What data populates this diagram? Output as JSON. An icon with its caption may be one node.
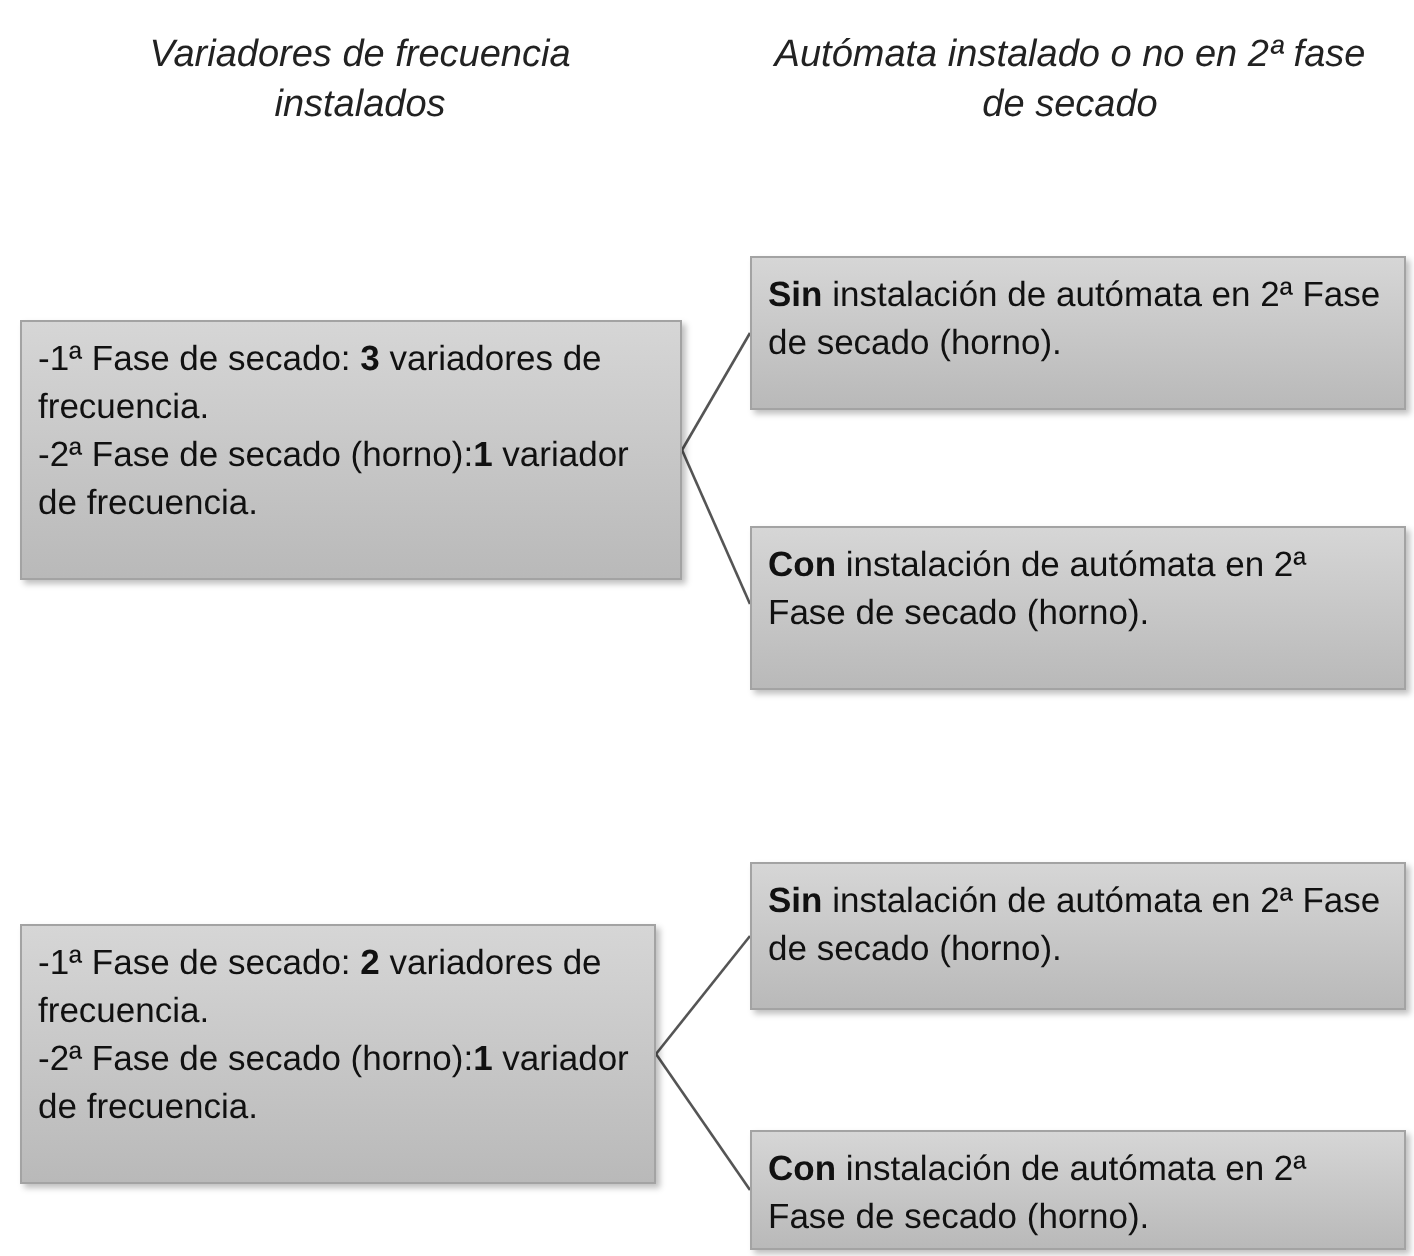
{
  "diagram": {
    "nodes": [
      {
        "text": [
          "-1ª Fase de secado: **3** variadores de frecuencia.",
          "-2ª Fase de secado (horno):**1** variador de frecuencia."
        ]
      },
      {
        "text": [
          "**Sin** instalación de autómata en 2ª Fase de secado (horno)."
        ]
      },
      {
        "text": [
          "**Con** instalación de autómata en 2ª Fase de secado (horno)."
        ]
      },
      {
        "text": [
          "-1ª Fase de secado: **2** variadores de frecuencia.",
          "-2ª Fase de secado (horno):**1** variador de frecuencia."
        ]
      },
      {
        "text": [
          "**Sin** instalación de autómata en 2ª Fase de secado (horno)."
        ]
      },
      {
        "text": [
          "**Con** instalación de autómata en 2ª Fase de secado (horno)."
        ]
      }
    ],
    "edges": [
      {
        "from": 0,
        "to": 1,
        "arrow": "none"
      },
      {
        "from": 0,
        "to": 2,
        "arrow": "none"
      },
      {
        "from": 3,
        "to": 4,
        "arrow": "none"
      },
      {
        "from": 3,
        "to": 5,
        "arrow": "none"
      }
    ],
    "labels": [
      "Variadores de frecuencia instalados",
      "Autómata instalado o no en 2ª fase de secado"
    ]
  }
}
